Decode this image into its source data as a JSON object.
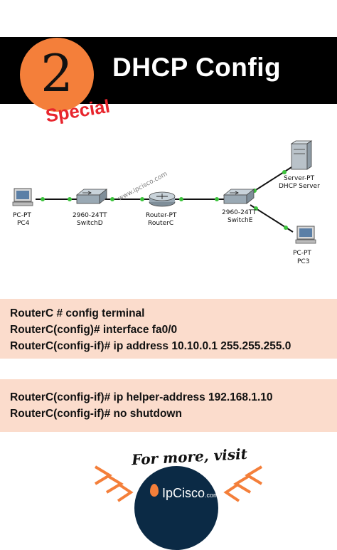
{
  "header": {
    "badge_number": "2",
    "title": "DHCP Config",
    "tag": "Special"
  },
  "diagram": {
    "watermark": "www.ipcisco.com",
    "devices": {
      "pc4": {
        "type": "PC-PT",
        "name": "PC4"
      },
      "switchd": {
        "type": "2960-24TT",
        "name": "SwitchD"
      },
      "routerc": {
        "type": "Router-PT",
        "name": "RouterC"
      },
      "switche": {
        "type": "2960-24TT",
        "name": "SwitchE"
      },
      "server": {
        "type": "Server-PT",
        "name": "DHCP Server"
      },
      "pc3": {
        "type": "PC-PT",
        "name": "PC3"
      }
    }
  },
  "commands": {
    "block1": [
      "RouterC # config terminal",
      "RouterC(config)# interface fa0/0",
      "RouterC(config-if)# ip address 10.10.0.1 255.255.255.0"
    ],
    "block2": [
      "RouterC(config-if)# ip helper-address 192.168.1.10",
      "RouterC(config-if)# no shutdown"
    ]
  },
  "footer": {
    "cta": "For more, visit",
    "logo_name": "IpCisco",
    "logo_domain": ".com"
  },
  "colors": {
    "accent_orange": "#f47f3a",
    "special_red": "#e8262e",
    "command_bg": "#fbdccc",
    "logo_navy": "#0b2a45"
  }
}
